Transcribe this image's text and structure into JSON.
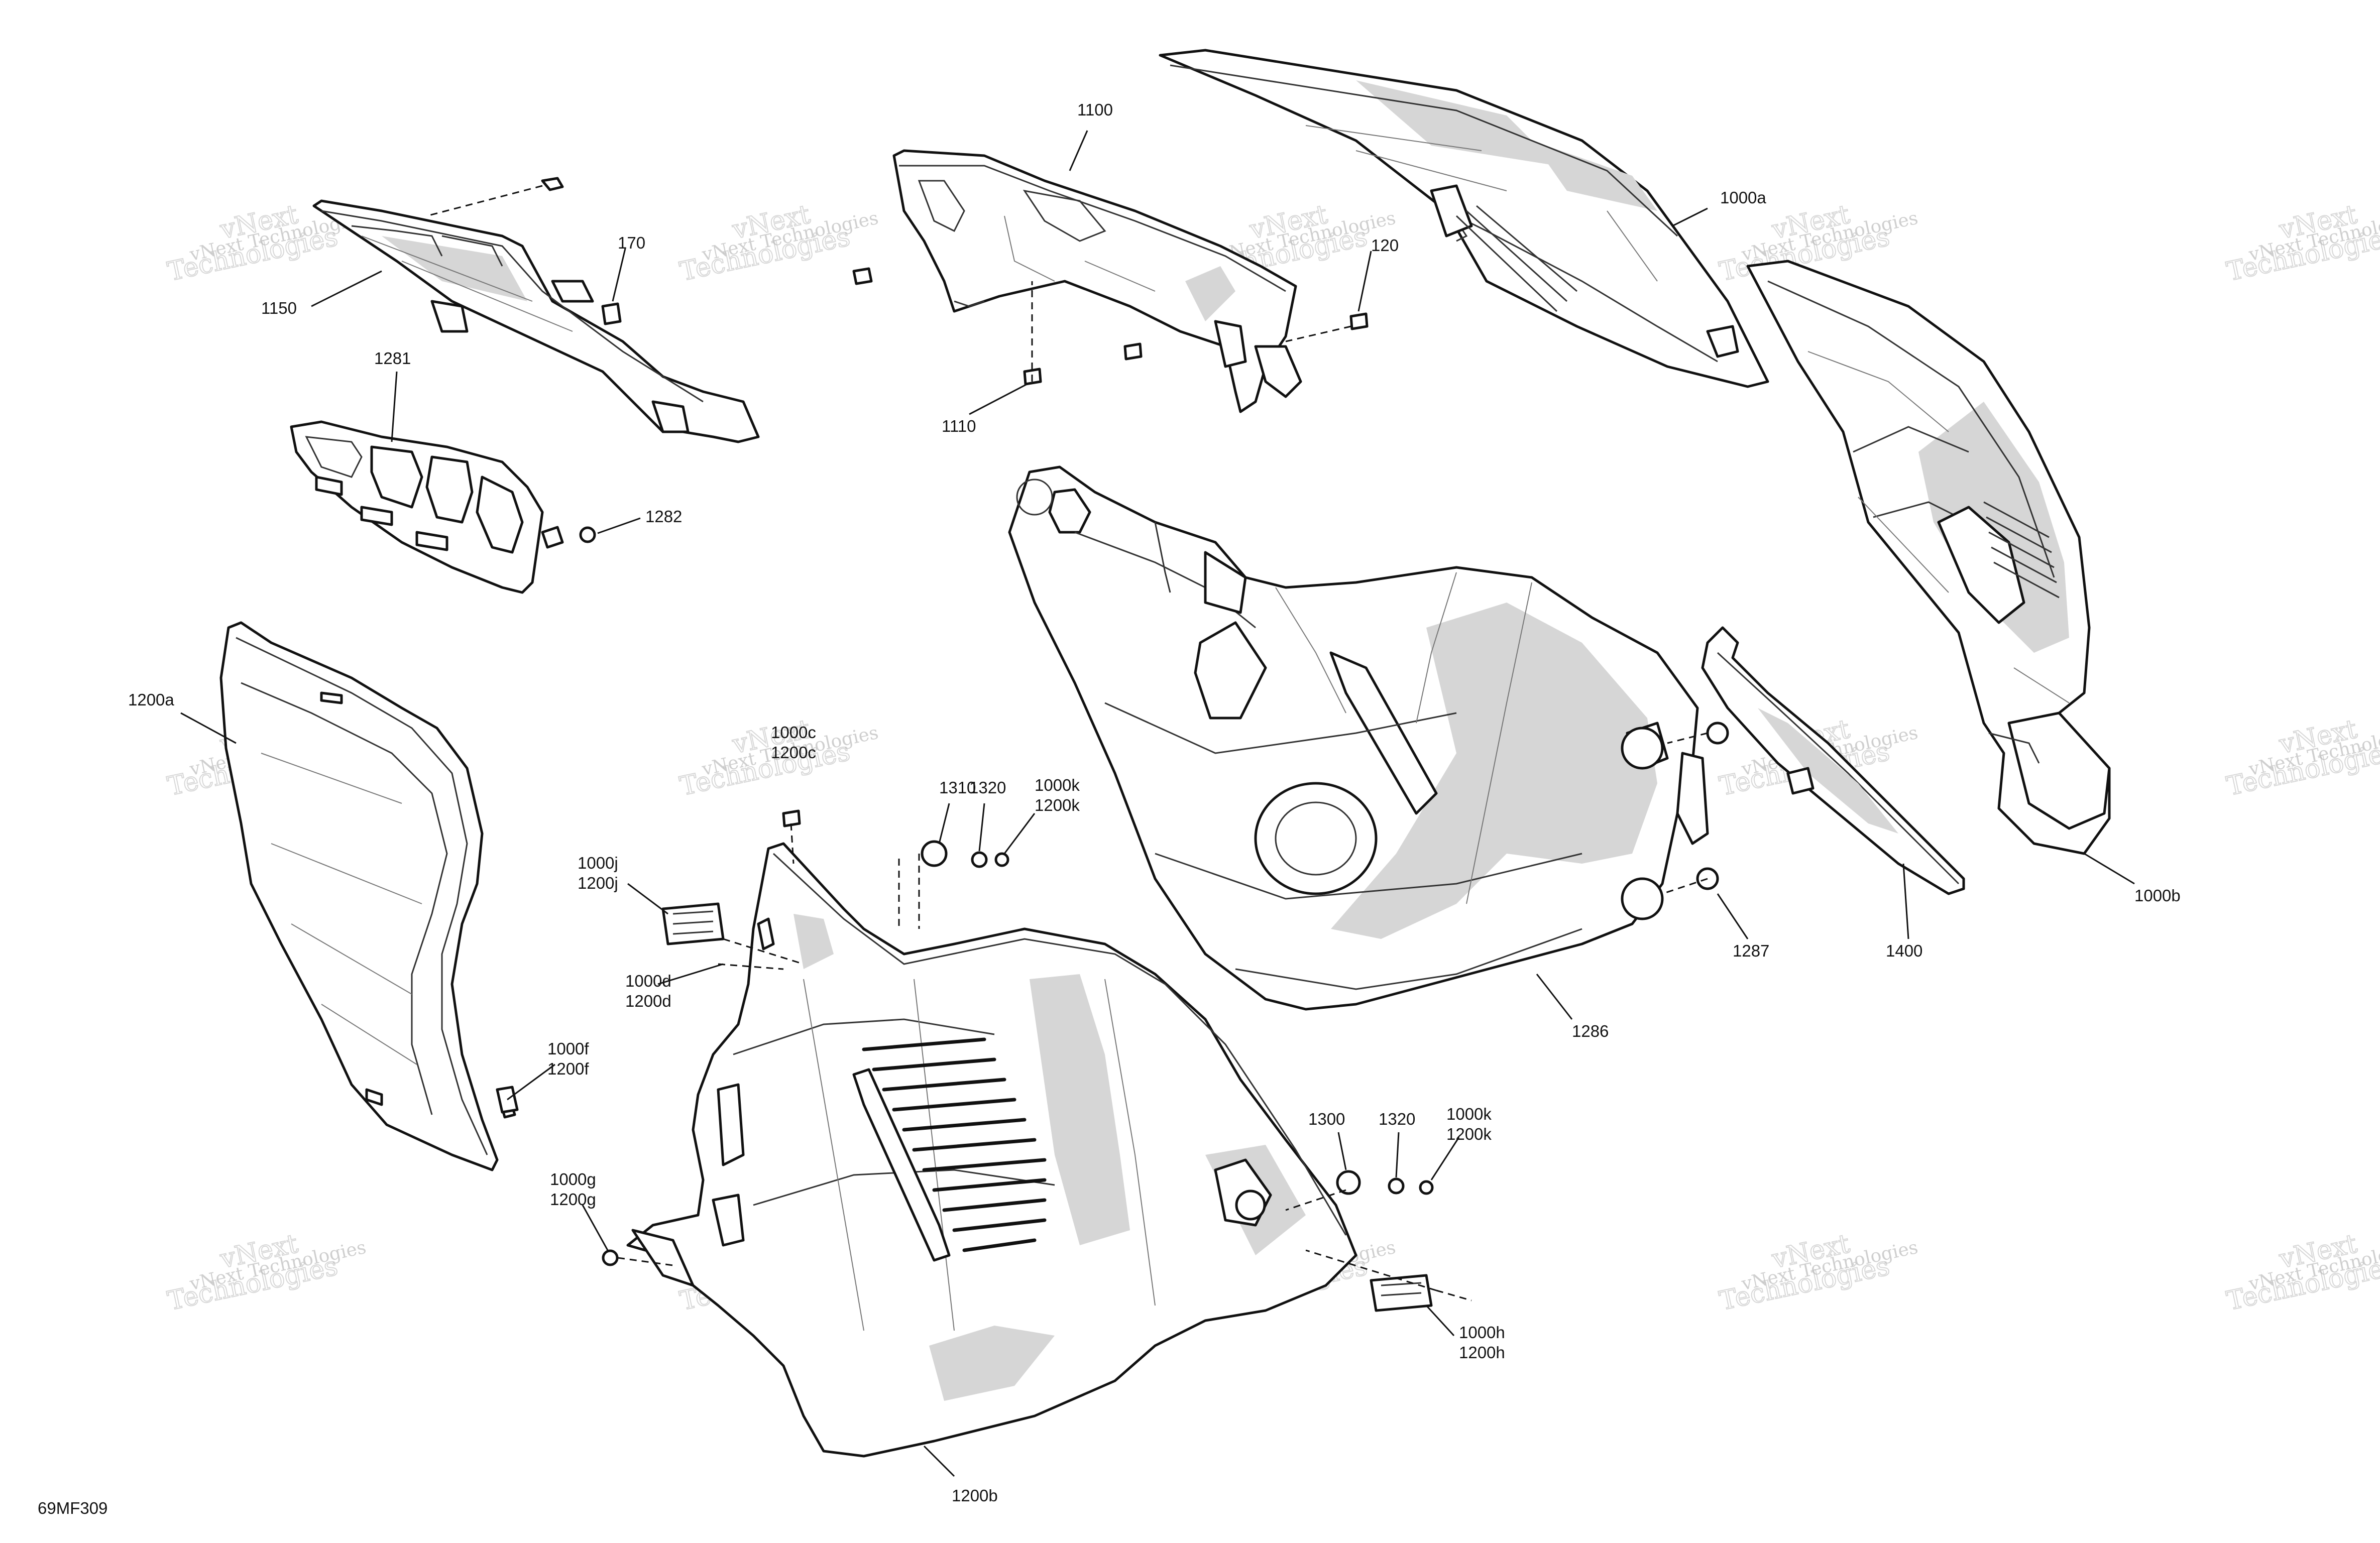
{
  "figure_id": "69MF309",
  "watermark": {
    "line1": "vNext",
    "line2": "Technologies",
    "full": "vNext Technologies"
  },
  "callouts": [
    {
      "id": "c1100",
      "lines": [
        "1100"
      ]
    },
    {
      "id": "c1000a",
      "lines": [
        "1000a"
      ]
    },
    {
      "id": "c170",
      "lines": [
        "170"
      ]
    },
    {
      "id": "c120",
      "lines": [
        "120"
      ]
    },
    {
      "id": "c1150",
      "lines": [
        "1150"
      ]
    },
    {
      "id": "c1110",
      "lines": [
        "1110"
      ]
    },
    {
      "id": "c1281",
      "lines": [
        "1281"
      ]
    },
    {
      "id": "c1282",
      "lines": [
        "1282"
      ]
    },
    {
      "id": "c1200a",
      "lines": [
        "1200a"
      ]
    },
    {
      "id": "c1000c",
      "lines": [
        "1000c",
        "1200c"
      ]
    },
    {
      "id": "c1310",
      "lines": [
        "1310"
      ]
    },
    {
      "id": "c1320a",
      "lines": [
        "1320"
      ]
    },
    {
      "id": "c1000k_a",
      "lines": [
        "1000k",
        "1200k"
      ]
    },
    {
      "id": "c1000j",
      "lines": [
        "1000j",
        "1200j"
      ]
    },
    {
      "id": "c1000d",
      "lines": [
        "1000d",
        "1200d"
      ]
    },
    {
      "id": "c1000f",
      "lines": [
        "1000f",
        "1200f"
      ]
    },
    {
      "id": "c1000g",
      "lines": [
        "1000g",
        "1200g"
      ]
    },
    {
      "id": "c1300",
      "lines": [
        "1300"
      ]
    },
    {
      "id": "c1320b",
      "lines": [
        "1320"
      ]
    },
    {
      "id": "c1000k_b",
      "lines": [
        "1000k",
        "1200k"
      ]
    },
    {
      "id": "c1000h",
      "lines": [
        "1000h",
        "1200h"
      ]
    },
    {
      "id": "c1200b",
      "lines": [
        "1200b"
      ]
    },
    {
      "id": "c1286",
      "lines": [
        "1286"
      ]
    },
    {
      "id": "c1287",
      "lines": [
        "1287"
      ]
    },
    {
      "id": "c1400",
      "lines": [
        "1400"
      ]
    },
    {
      "id": "c1000b",
      "lines": [
        "1000b"
      ]
    }
  ]
}
